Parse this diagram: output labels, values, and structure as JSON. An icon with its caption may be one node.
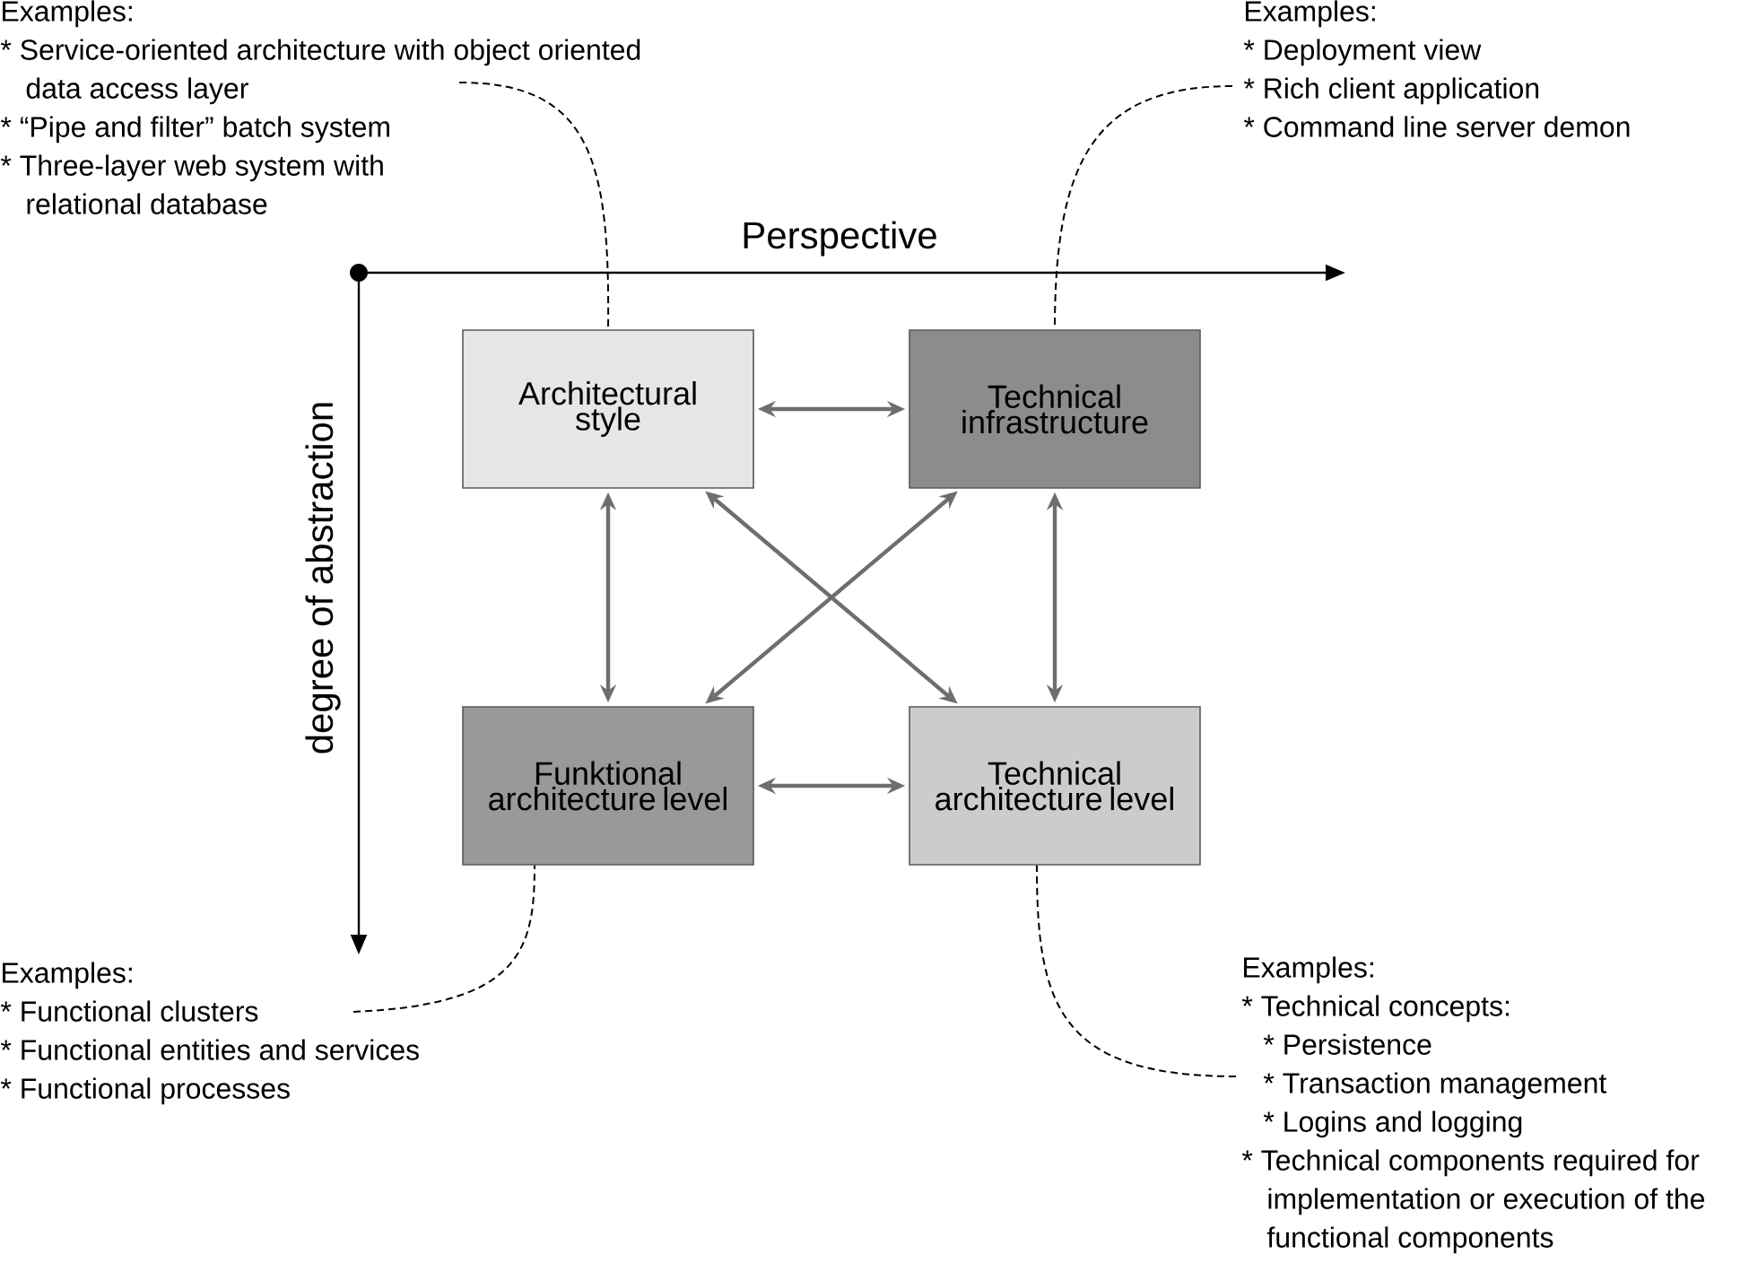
{
  "diagram": {
    "nodes": [
      {
        "text": [
          "Architectural style"
        ]
      },
      {
        "text": [
          "Technical infrastructure"
        ]
      },
      {
        "text": [
          "Funktional architecture level"
        ]
      },
      {
        "text": [
          "Technical architecture level"
        ]
      },
      {
        "text": [
          "Examples:",
          "* Service-oriented architecture with object oriented data access layer",
          "* “Pipe and filter” batch system",
          "* Three-layer web system with relational database"
        ]
      },
      {
        "text": [
          "Examples:",
          "* Deployment view",
          "* Rich client application",
          "* Command line server demon"
        ]
      },
      {
        "text": [
          "Examples:",
          "* Functional clusters",
          "* Functional entities and services",
          "* Functional processes"
        ]
      },
      {
        "text": [
          "Examples:",
          "* Technical concepts:",
          "* Persistence",
          "* Transaction management",
          "* Logins and logging",
          "* Technical components required for implementation or execution of the functional components"
        ]
      }
    ],
    "edges": [
      {
        "from": 0,
        "to": 1,
        "arrow": "both"
      },
      {
        "from": 0,
        "to": 2,
        "arrow": "both"
      },
      {
        "from": 0,
        "to": 3,
        "arrow": "both"
      },
      {
        "from": 1,
        "to": 2,
        "arrow": "both"
      },
      {
        "from": 1,
        "to": 3,
        "arrow": "both"
      },
      {
        "from": 2,
        "to": 3,
        "arrow": "both"
      },
      {
        "from": 4,
        "to": 0,
        "arrow": "none",
        "style": "dashed",
        "color": "#000000"
      },
      {
        "from": 5,
        "to": 1,
        "arrow": "none",
        "style": "dashed",
        "color": "#000000"
      },
      {
        "from": 6,
        "to": 2,
        "arrow": "none",
        "style": "dashed",
        "color": "#000000"
      },
      {
        "from": 7,
        "to": 3,
        "arrow": "none",
        "style": "dashed",
        "color": "#000000"
      }
    ],
    "labels": [
      "Perspective",
      "degree of abstraction"
    ]
  }
}
